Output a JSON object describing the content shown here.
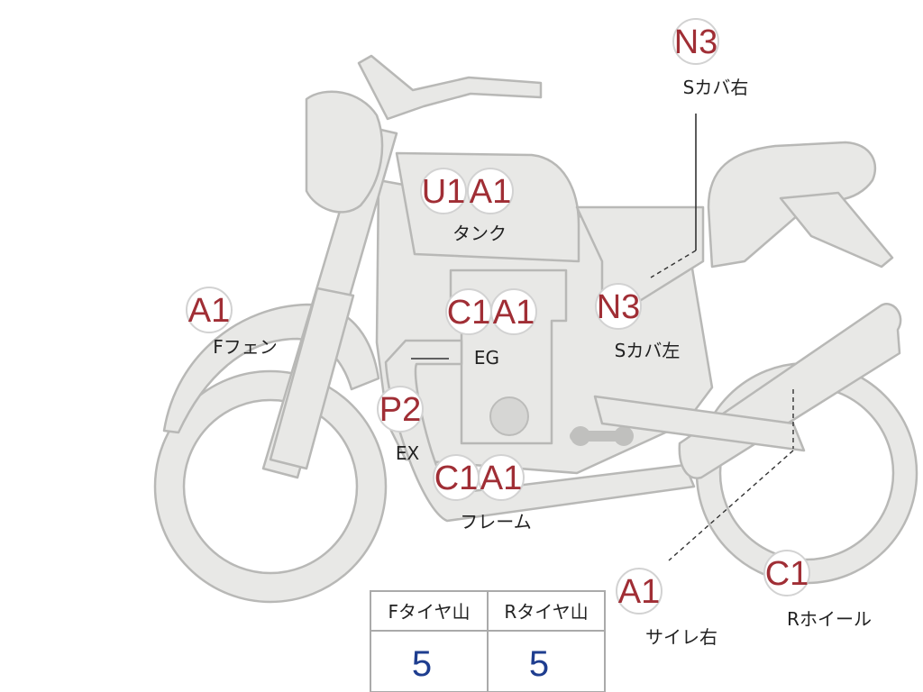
{
  "parts": [
    {
      "id": "tank",
      "codes": [
        "U1",
        "A1"
      ],
      "label": "タンク"
    },
    {
      "id": "f-fender",
      "codes": [
        "A1"
      ],
      "label": "Fフェン"
    },
    {
      "id": "engine",
      "codes": [
        "C1",
        "A1"
      ],
      "label": "EG"
    },
    {
      "id": "s-cover-left",
      "codes": [
        "N3"
      ],
      "label": "Sカバ左"
    },
    {
      "id": "s-cover-right",
      "codes": [
        "N3"
      ],
      "label": "Sカバ右"
    },
    {
      "id": "exhaust",
      "codes": [
        "P2"
      ],
      "label": "EX"
    },
    {
      "id": "frame",
      "codes": [
        "C1",
        "A1"
      ],
      "label": "フレーム"
    },
    {
      "id": "muffler-right",
      "codes": [
        "A1"
      ],
      "label": "サイレ右"
    },
    {
      "id": "r-wheel",
      "codes": [
        "C1"
      ],
      "label": "Rホイール"
    }
  ],
  "tire_table": {
    "headers": [
      "Fタイヤ山",
      "Rタイヤ山"
    ],
    "values": [
      "5",
      "5"
    ]
  },
  "colors": {
    "code": "#a02e35",
    "tread_value": "#1e3d8f",
    "bike_fill": "#e8e8e6"
  }
}
